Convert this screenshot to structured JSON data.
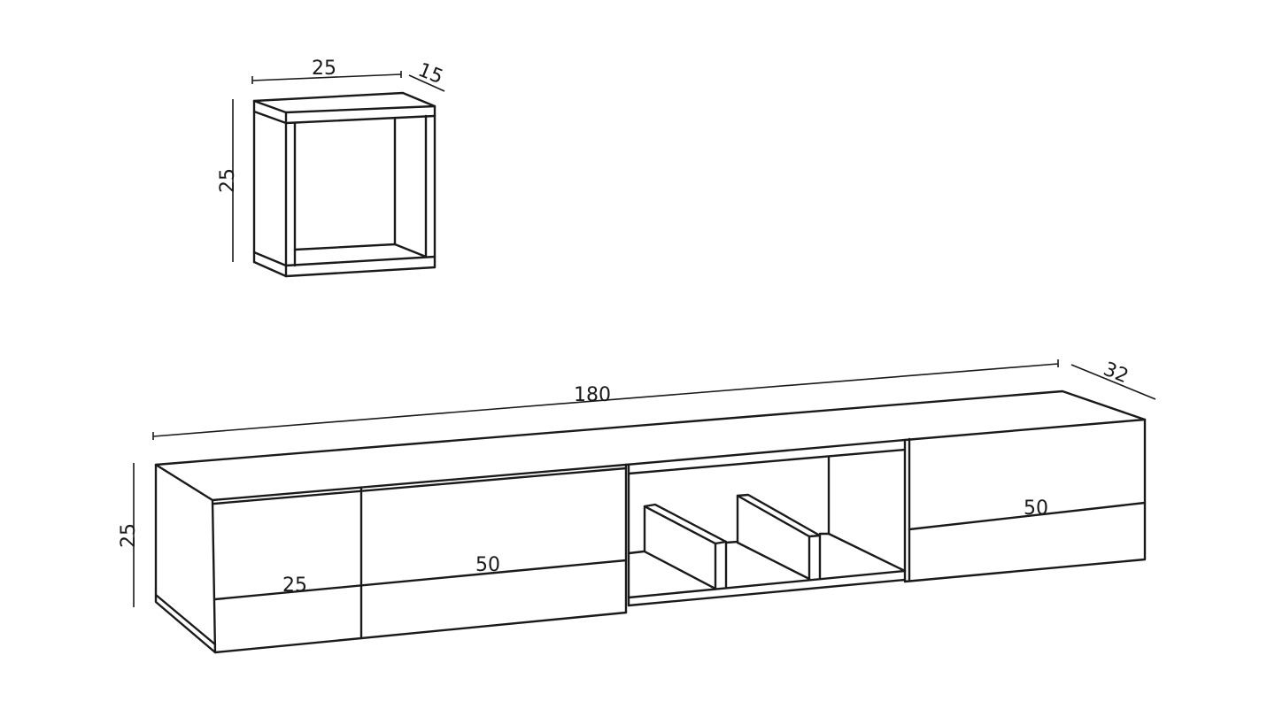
{
  "wall_cube": {
    "width_label": "25",
    "depth_label": "15",
    "height_label": "25"
  },
  "tv_unit": {
    "width_label": "180",
    "depth_label": "32",
    "height_label": "25",
    "left_door_label": "25",
    "middle_door_label": "50",
    "right_door_label": "50"
  },
  "colors": {
    "line": "#1a1a1a",
    "background": "#ffffff"
  }
}
